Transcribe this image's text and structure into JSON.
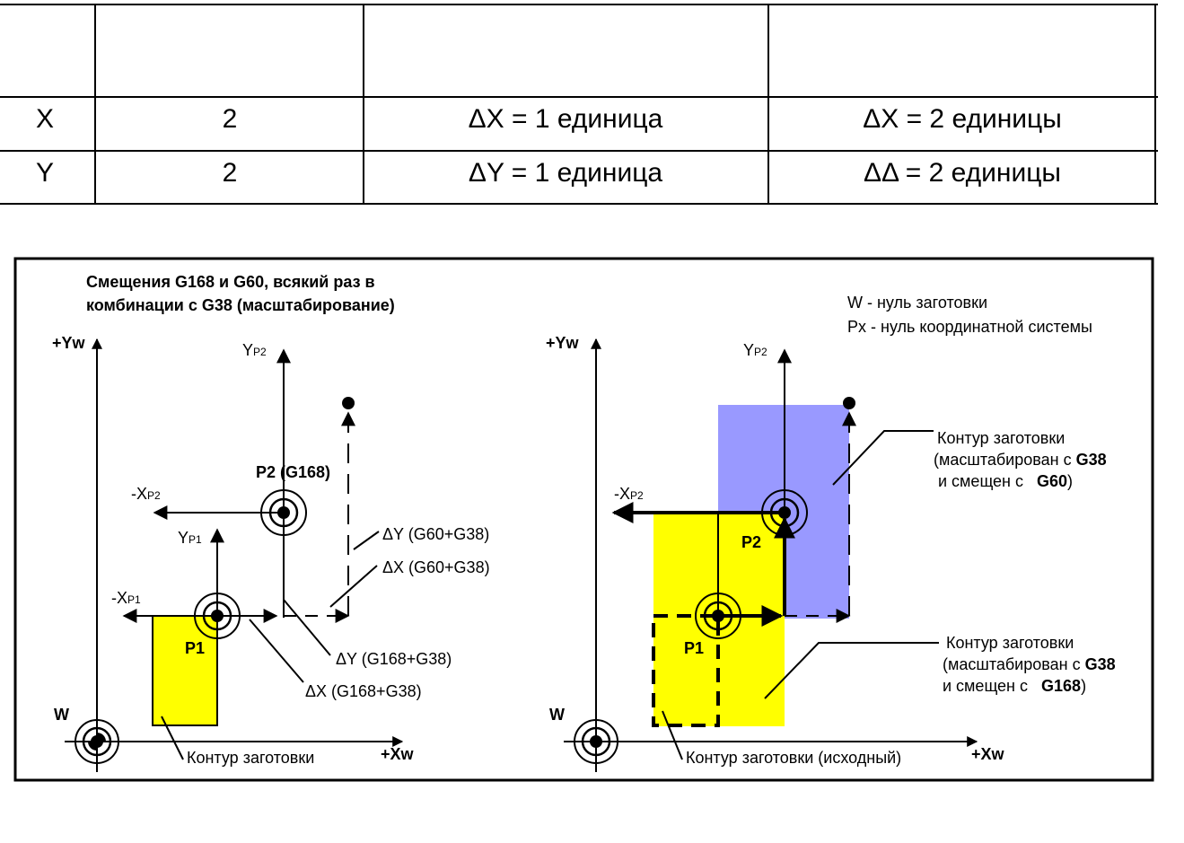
{
  "table": {
    "rows": [
      {
        "axis": "X",
        "value": "2",
        "col3": "ΔX = 1 единица",
        "col4": "ΔX = 2 единицы"
      },
      {
        "axis": "Y",
        "value": "2",
        "col3": "ΔY = 1 единица",
        "col4": "ΔΔ = 2 единицы"
      }
    ]
  },
  "left_panel": {
    "title_line1": "Смещения G168 и G60, всякий раз в",
    "title_line2": "комбинации с  G38 (масштабирование)",
    "yw": "+Yw",
    "xw": "+Xw",
    "w": "W",
    "yp2": "Y",
    "yp2_sub": "P2",
    "xp2": "-X",
    "xp2_sub": "P2",
    "yp1": "Y",
    "yp1_sub": "P1",
    "xp1": "-X",
    "xp1_sub": "P1",
    "p1": "P1",
    "p2": "P2 (G168)",
    "dy_g60": "ΔY (G60+G38)",
    "dx_g60": "ΔX (G60+G38)",
    "dy_g168": "ΔY (G168+G38)",
    "dx_g168": "ΔX (G168+G38)",
    "contour": "Контур заготовки"
  },
  "right_panel": {
    "legend_w": "W - нуль заготовки",
    "legend_px": "Px - нуль координатной системы",
    "yw": "+Yw",
    "xw": "+Xw",
    "w": "W",
    "yp2": "Y",
    "yp2_sub": "P2",
    "xp2": "-X",
    "xp2_sub": "P2",
    "p1": "P1",
    "p2": "P2",
    "contour_g60_l1": "Контур заготовки",
    "contour_g60_l2a": "(масштабирован с ",
    "contour_g60_l2b": "G38",
    "contour_g60_l3a": " и смещен с   ",
    "contour_g60_l3b": "G60",
    "contour_g60_l3c": ")",
    "contour_g168_l1": "Контур заготовки",
    "contour_g168_l2a": "(масштабирован с ",
    "contour_g168_l2b": "G38",
    "contour_g168_l3a": "и смещен с   ",
    "contour_g168_l3b": "G168",
    "contour_g168_l3c": ")",
    "contour_orig": "Контур заготовки (исходный)"
  },
  "colors": {
    "yellow": "#ffff00",
    "blue": "#9999ff",
    "line": "#000000"
  }
}
